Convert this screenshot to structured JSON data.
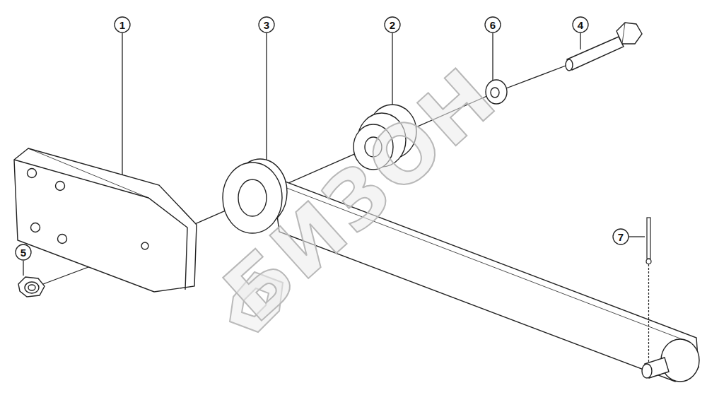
{
  "diagram": {
    "labels": [
      "1",
      "3",
      "2",
      "6",
      "4",
      "7",
      "5",
      "БИЗОН"
    ]
  }
}
